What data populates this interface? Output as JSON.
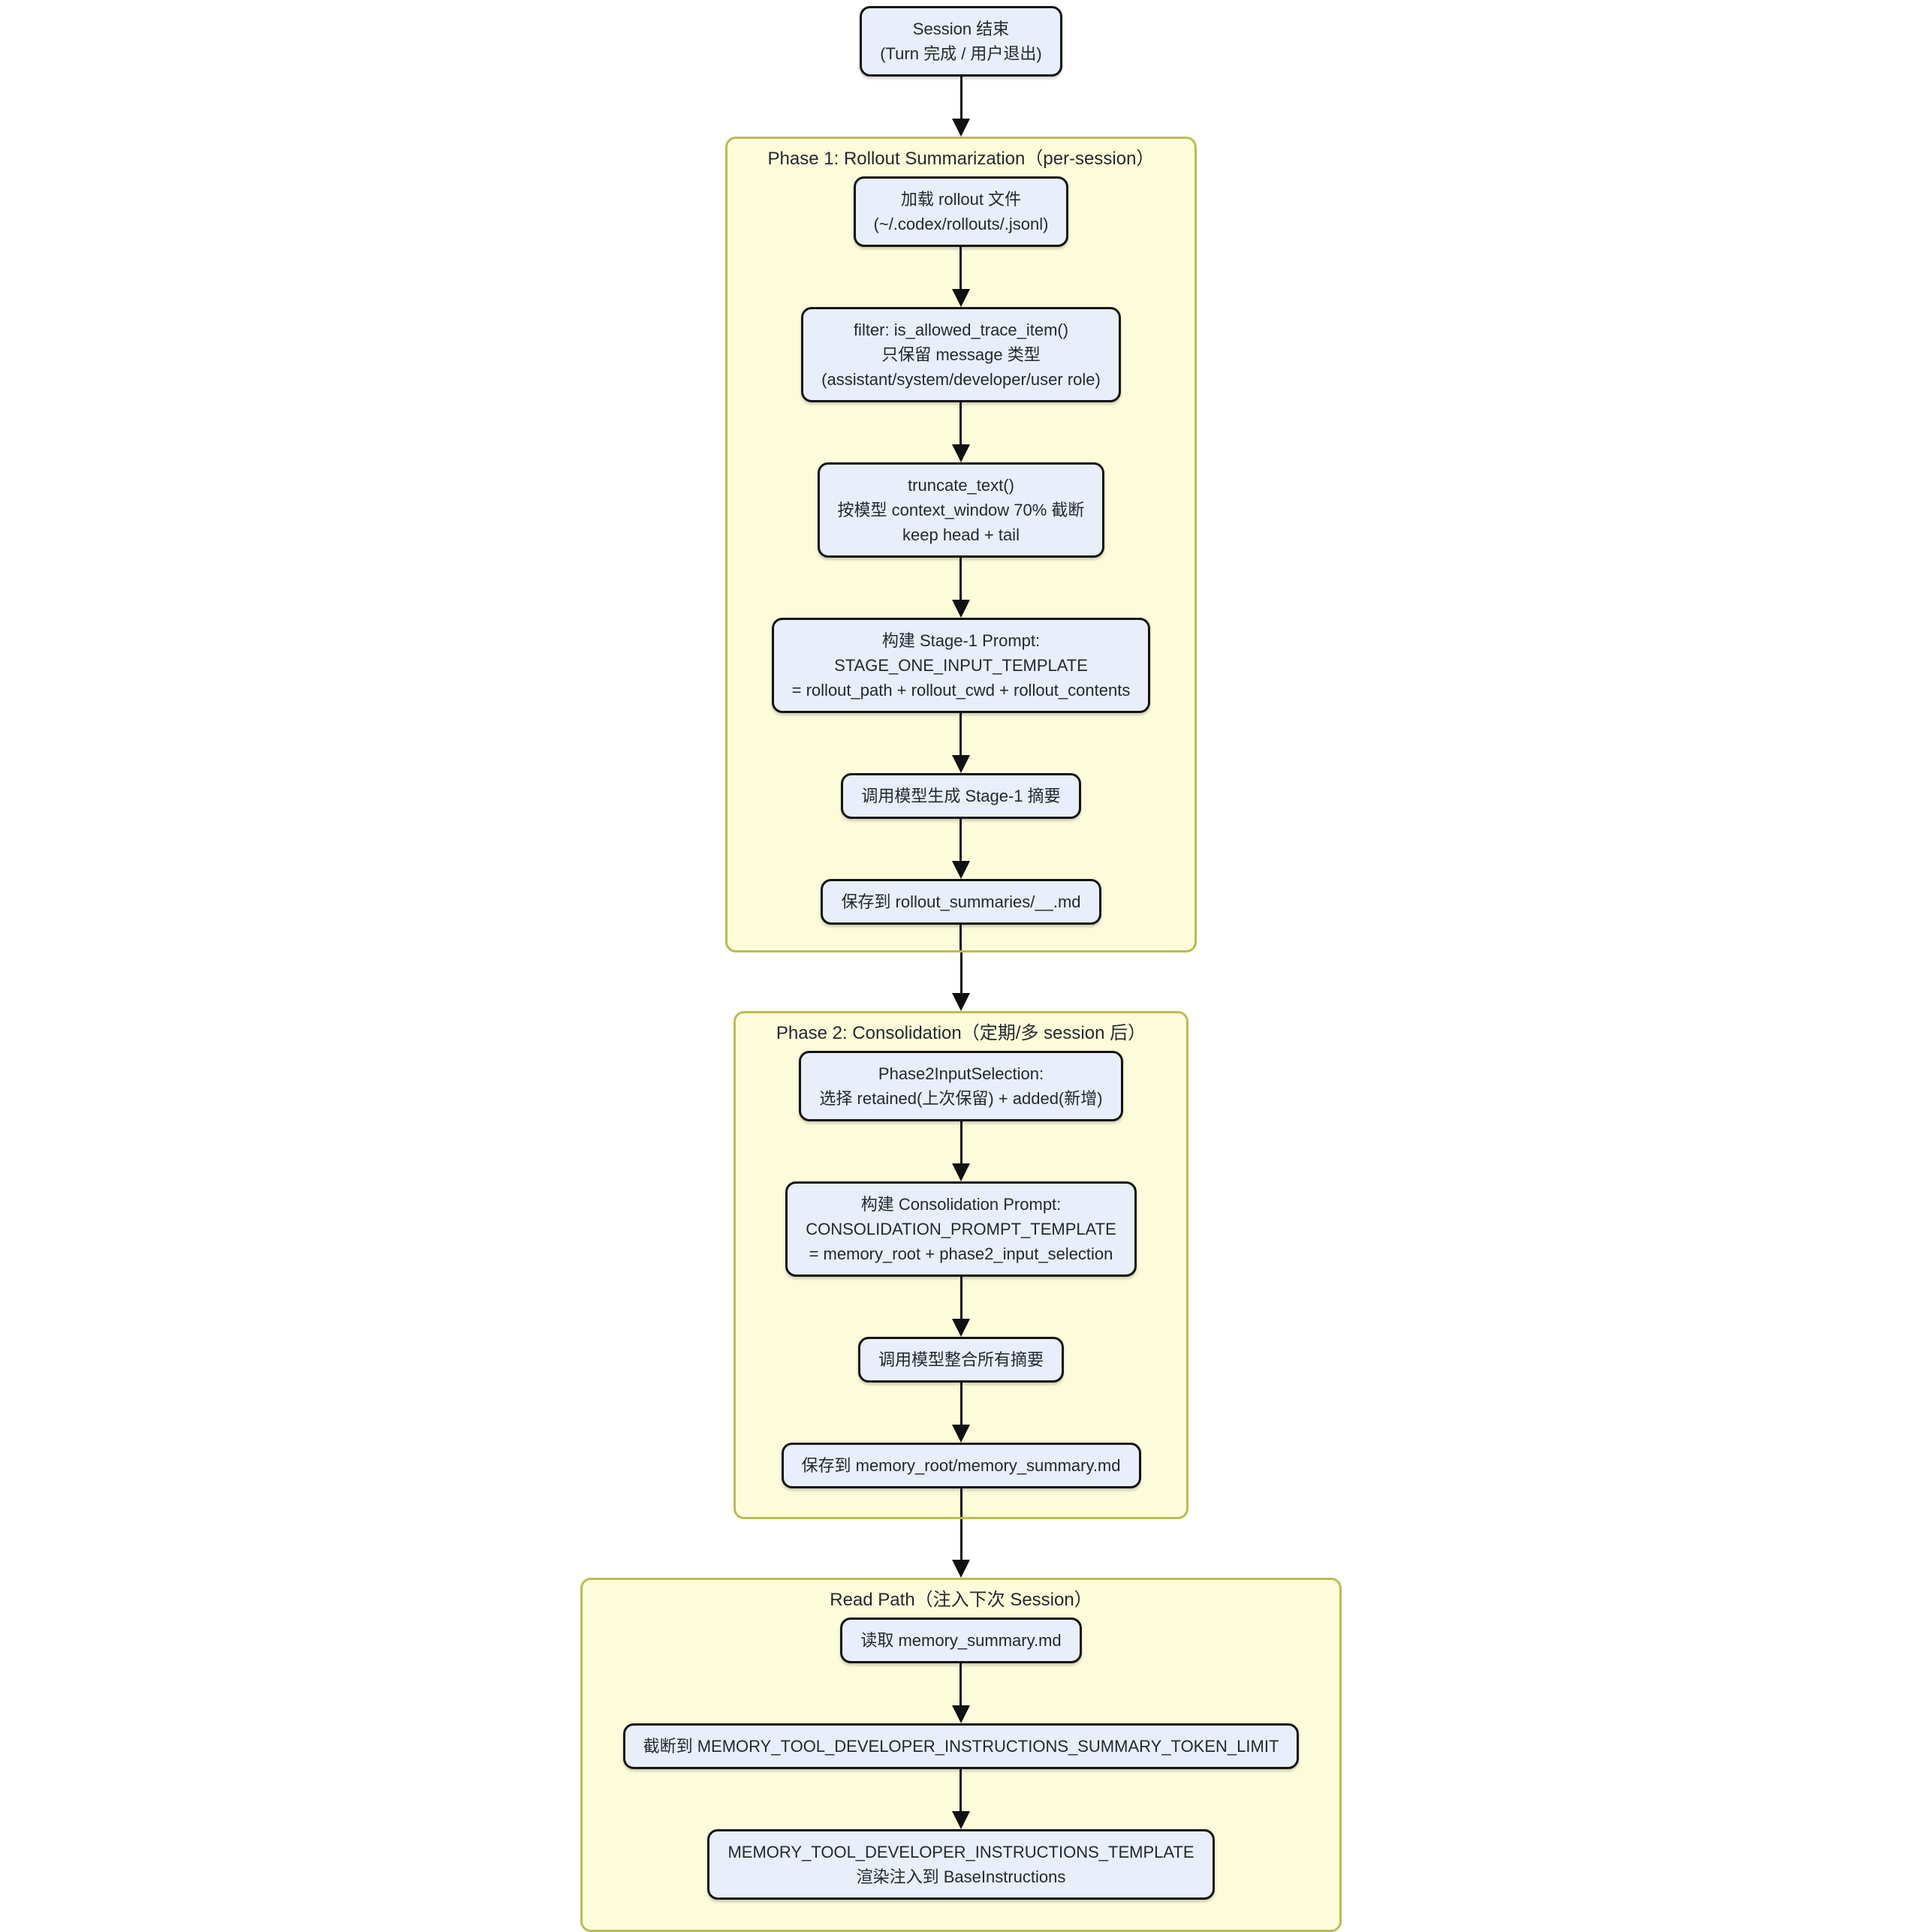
{
  "colors": {
    "node_fill": "#e8eefa",
    "node_border": "#141414",
    "node_text": "#24292e",
    "cluster_fill": "#fcfcda",
    "cluster_border": "#b9bc52",
    "arrow": "#111111"
  },
  "start": {
    "lines": [
      "Session 结束",
      "(Turn 完成 / 用户退出)"
    ]
  },
  "phase1": {
    "title": "Phase 1: Rollout Summarization（per-session）",
    "nodes": [
      {
        "lines": [
          "加载 rollout 文件",
          "(~/.codex/rollouts/.jsonl)"
        ]
      },
      {
        "lines": [
          "filter: is_allowed_trace_item()",
          "只保留 message 类型",
          "(assistant/system/developer/user role)"
        ]
      },
      {
        "lines": [
          "truncate_text()",
          "按模型 context_window 70% 截断",
          "keep head + tail"
        ]
      },
      {
        "lines": [
          "构建 Stage-1 Prompt:",
          "STAGE_ONE_INPUT_TEMPLATE",
          "= rollout_path + rollout_cwd + rollout_contents"
        ]
      },
      {
        "lines": [
          "调用模型生成 Stage-1 摘要"
        ]
      },
      {
        "lines": [
          "保存到 rollout_summaries/__.md"
        ]
      }
    ]
  },
  "phase2": {
    "title": "Phase 2: Consolidation（定期/多 session 后）",
    "nodes": [
      {
        "lines": [
          "Phase2InputSelection:",
          "选择 retained(上次保留) + added(新增)"
        ]
      },
      {
        "lines": [
          "构建 Consolidation Prompt:",
          "CONSOLIDATION_PROMPT_TEMPLATE",
          "= memory_root + phase2_input_selection"
        ]
      },
      {
        "lines": [
          "调用模型整合所有摘要"
        ]
      },
      {
        "lines": [
          "保存到 memory_root/memory_summary.md"
        ]
      }
    ]
  },
  "readpath": {
    "title": "Read Path（注入下次 Session）",
    "nodes": [
      {
        "lines": [
          "读取 memory_summary.md"
        ]
      },
      {
        "lines": [
          "截断到 MEMORY_TOOL_DEVELOPER_INSTRUCTIONS_SUMMARY_TOKEN_LIMIT"
        ]
      },
      {
        "lines": [
          "MEMORY_TOOL_DEVELOPER_INSTRUCTIONS_TEMPLATE",
          "渲染注入到 BaseInstructions"
        ]
      }
    ]
  }
}
